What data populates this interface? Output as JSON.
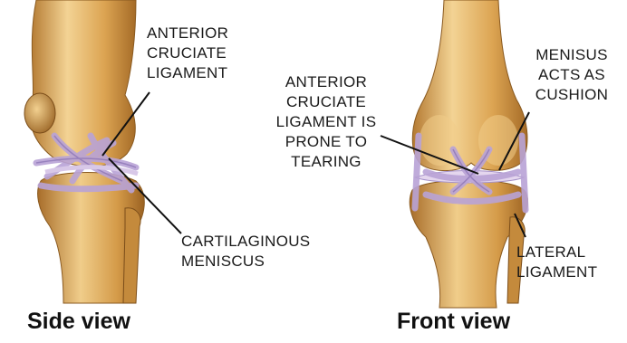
{
  "side_view": {
    "caption": "Side view",
    "labels": {
      "acl": [
        "ANTERIOR",
        "CRUCIATE",
        "LIGAMENT"
      ],
      "meniscus": [
        "CARTILAGINOUS",
        "MENISCUS"
      ]
    }
  },
  "front_view": {
    "caption": "Front view",
    "labels": {
      "acl": [
        "ANTERIOR",
        "CRUCIATE",
        "LIGAMENT IS",
        "PRONE TO",
        "TEARING"
      ],
      "menisus": [
        "MENISUS",
        "ACTS AS",
        "CUSHION"
      ],
      "lateral": [
        "LATERAL",
        "LIGAMENT"
      ]
    }
  },
  "colors": {
    "bone_light": "#efc87a",
    "bone_mid": "#d9a24a",
    "bone_dark": "#a8702a",
    "ligament": "#b9a3d6",
    "ligament_dark": "#8f78b8",
    "line": "#111111"
  }
}
